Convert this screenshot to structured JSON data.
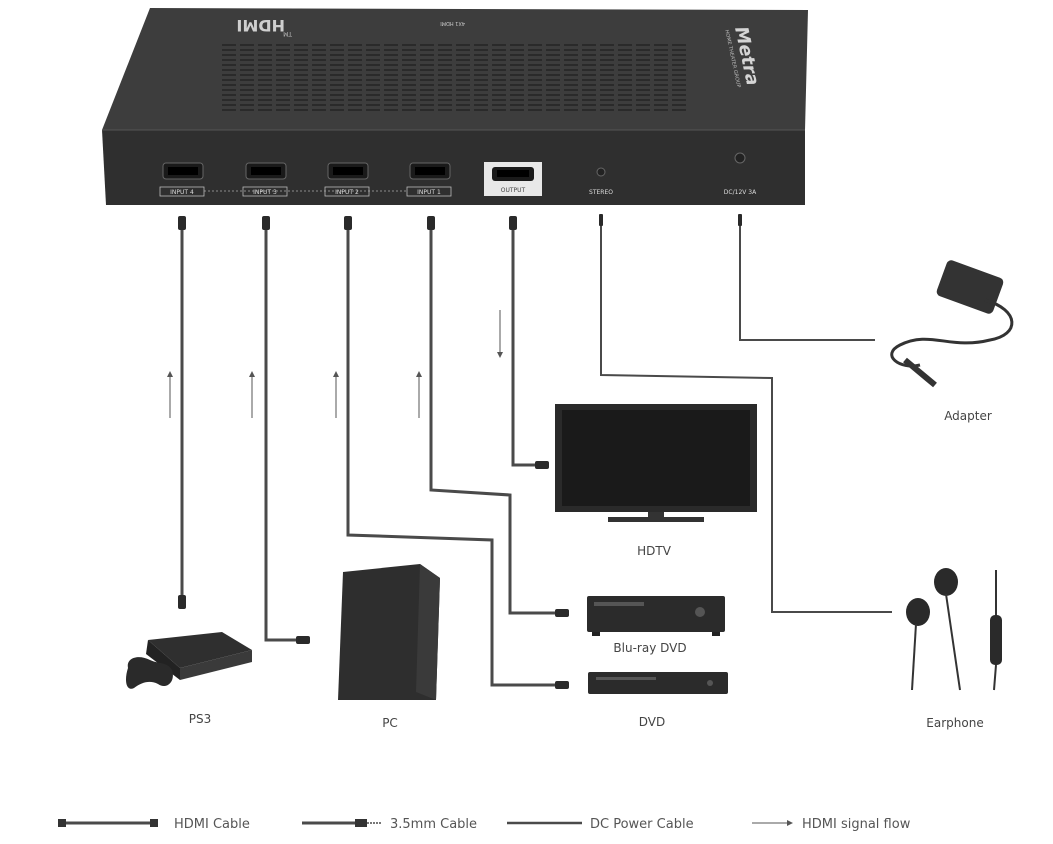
{
  "device": {
    "top_brand": "HDMI",
    "top_brand_sup": "TM",
    "model_text": "4X1 HDMI",
    "logo_text": "Metra",
    "logo_sub": "HOME THEATER GROUP",
    "ports": {
      "input4": "INPUT 4",
      "input3": "INPUT 3",
      "input2": "INPUT 2",
      "input1": "INPUT 1",
      "output": "OUTPUT",
      "stereo": "STEREO",
      "dc": "DC/12V 3A"
    }
  },
  "devices": {
    "adapter": "Adapter",
    "hdtv": "HDTV",
    "bluray": "Blu-ray DVD",
    "ps3": "PS3",
    "pc": "PC",
    "dvd": "DVD",
    "earphone": "Earphone"
  },
  "legend": {
    "hdmi_cable": "HDMI Cable",
    "audio_cable": "3.5mm Cable",
    "dc_cable": "DC Power Cable",
    "signal_flow": "HDMI signal flow"
  },
  "colors": {
    "device_body": "#3a3a3a",
    "cable": "#4a4a4a",
    "text": "#444444"
  }
}
